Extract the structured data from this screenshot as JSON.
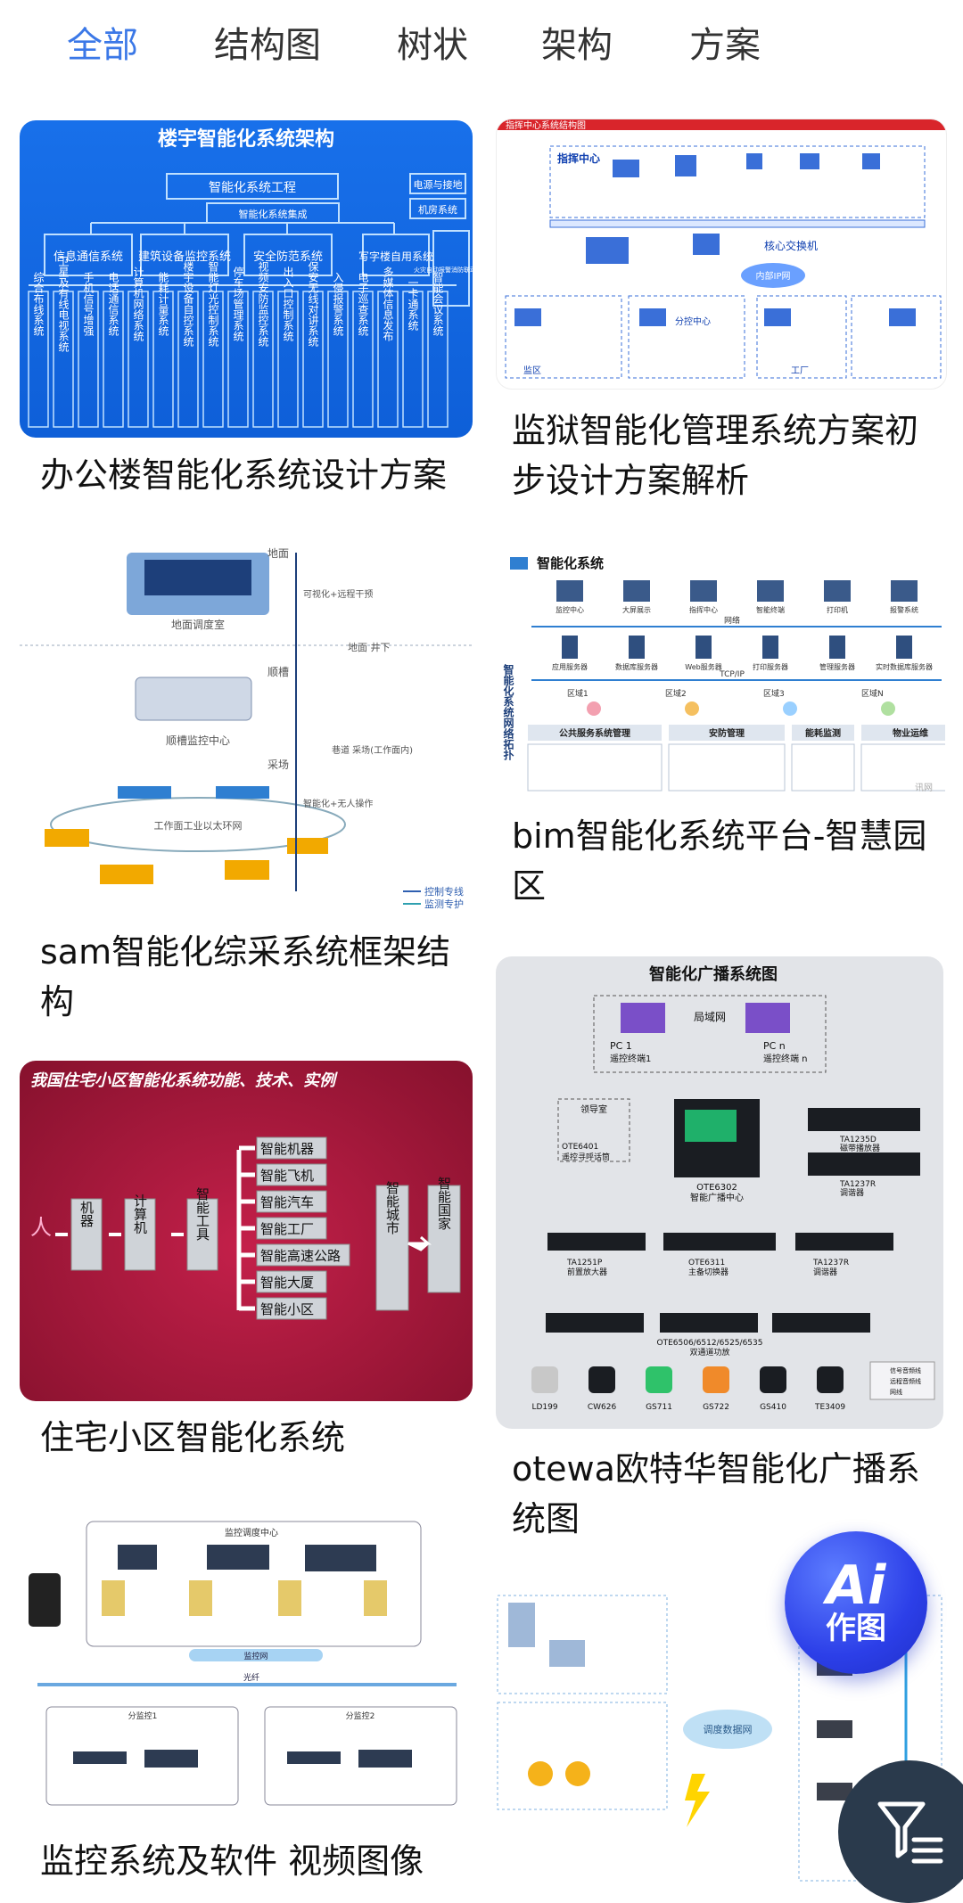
{
  "tabs": [
    {
      "label": "全部",
      "active": true
    },
    {
      "label": "结构图",
      "active": false
    },
    {
      "label": "树状",
      "active": false
    },
    {
      "label": "架构",
      "active": false
    },
    {
      "label": "方案",
      "active": false
    }
  ],
  "cards": [
    {
      "caption": "办公楼智能化系统设计方案"
    },
    {
      "caption": "监狱智能化管理系统方案初步设计方案解析"
    },
    {
      "caption": "sam智能化综采系统框架结构"
    },
    {
      "caption": "bim智能化系统平台-智慧园区"
    },
    {
      "caption": "住宅小区智能化系统"
    },
    {
      "caption": "otewa欧特华智能化广播系统图"
    },
    {
      "caption": "监控系统及软件 视频图像"
    }
  ],
  "images": {
    "c1": {
      "title": "楼宇智能化系统架构",
      "root": "智能化系统工程",
      "integration": "智能化系统集成",
      "side1": "电源与接地",
      "side2": "机房系统",
      "groups": [
        "信息通信系统",
        "建筑设备监控系统",
        "安全防范系统",
        "写字楼自用系统"
      ],
      "fire": "火灾自动报警消防联动系统",
      "leaves": [
        "综合布线系统",
        "卫星及有线电视系统",
        "手机信号增强",
        "电话通信系统",
        "计算机网络系统",
        "能耗计量系统",
        "楼宇设备自控系统",
        "智能灯光控制系统",
        "停车场管理系统",
        "视频安防监控系统",
        "出入口控制系统",
        "保安无线对讲系统",
        "入侵报警系统",
        "电子巡查系统",
        "多媒体信息发布",
        "一卡通系统",
        "智能会议系统"
      ]
    },
    "c2": {
      "header": "指挥中心系统结构图",
      "center": "指挥中心",
      "switch": "核心交换机",
      "net": "内部IP网",
      "branch": "分控中心",
      "l1": "监区",
      "l2": "工厂"
    },
    "c3": {
      "labels": [
        "地面调度室",
        "顺槽监控中心",
        "工作面工业以太环网"
      ],
      "side": [
        "地面",
        "顺槽",
        "采场",
        "可视化+远程干预",
        "地面 井下",
        "巷道 采场(工作面内)",
        "智能化+无人操作"
      ],
      "legend": [
        "控制专线",
        "监测专护"
      ]
    },
    "c4": {
      "title": "智能化系统",
      "vertical": "智能化系统网络拓扑",
      "row1": [
        "监控中心",
        "大屏展示",
        "指挥中心",
        "智能终端",
        "打印机",
        "报警系统"
      ],
      "row2": [
        "应用服务器",
        "数据库服务器",
        "Web服务器",
        "打印服务器",
        "管理服务器",
        "实时数据库服务器"
      ],
      "net1": "网络",
      "net2": "TCP/IP",
      "zones": [
        "区域1",
        "区域2",
        "区域3",
        "区域N"
      ],
      "cats": [
        "公共服务系统管理",
        "安防管理",
        "能耗监测",
        "物业运维"
      ],
      "watermark": "讯网"
    },
    "c5": {
      "title": "我国住宅小区智能化系统功能、技术、实例",
      "start": "人",
      "chain": [
        "机器",
        "计算机",
        "智能工具"
      ],
      "list": [
        "智能机器",
        "智能飞机",
        "智能汽车",
        "智能工厂",
        "智能高速公路",
        "智能大厦",
        "智能小区"
      ],
      "city": "智能城市",
      "country": "智能国家"
    },
    "c6": {
      "title": "智能化广播系统图",
      "lan": "局域网",
      "pc1": "PC 1",
      "pc1s": "遥控终端1",
      "pcn": "PC n",
      "pcns": "遥控终端 n",
      "mic": "OTE6401",
      "mics": "遥控寻呼话筒",
      "leader": "领导室",
      "main": "OTE6302",
      "mains": "智能广播中心",
      "d1": "TA1235D",
      "d1s": "磁带播放器",
      "d2": "TA1237R",
      "d2s": "调谐器",
      "pre": "TA1251P",
      "pres": "前置放大器",
      "sw": "OTE6311",
      "sws": "主备切换器",
      "d3": "TA1237R",
      "d3s": "调谐器",
      "amp": "OTE6506/6512/6525/6535",
      "amps": "双通道功放",
      "spk": [
        "LD199",
        "CW626",
        "GS711",
        "GS722",
        "GS410",
        "TE3409"
      ],
      "legend": [
        "信号音频线",
        "远程音频线",
        "网线"
      ]
    },
    "c7": {
      "top": "监控调度中心",
      "net": "监控网",
      "net2": "光纤",
      "b1": "分监控1",
      "b2": "分监控2"
    },
    "c8": {
      "cloud": "调度数据网"
    }
  },
  "fab": {
    "ai_big": "Ai",
    "ai_small": "作图"
  },
  "colors": {
    "accent": "#3b78e7",
    "fab_ai": "#2c3fe8",
    "fab_filter": "#2a3a4c"
  }
}
